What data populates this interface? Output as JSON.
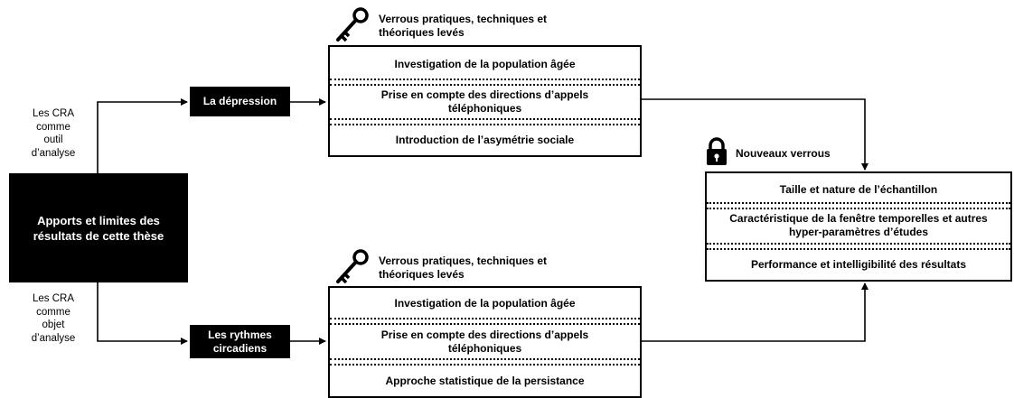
{
  "central": {
    "label": "Apports et limites des résultats de cette thèse"
  },
  "side_top": {
    "label_lines": [
      "Les CRA",
      "comme",
      "outil",
      "d’analyse"
    ]
  },
  "side_bottom": {
    "label_lines": [
      "Les CRA",
      "comme",
      "objet",
      "d’analyse"
    ]
  },
  "depression": {
    "label": "La dépression"
  },
  "rythmes": {
    "label_lines": [
      "Les rythmes",
      "circadiens"
    ]
  },
  "top_panel": {
    "caption_lines": [
      "Verrous pratiques, techniques et",
      "théoriques levés"
    ],
    "icon": "key-icon",
    "rows": [
      "Investigation de la population âgée",
      "Prise en compte des directions d’appels téléphoniques",
      "Introduction de l’asymétrie sociale"
    ]
  },
  "bottom_panel": {
    "caption_lines": [
      "Verrous pratiques, techniques et",
      "théoriques levés"
    ],
    "icon": "key-icon",
    "rows": [
      "Investigation de la population âgée",
      "Prise en compte des directions d’appels téléphoniques",
      "Approche statistique de la persistance"
    ]
  },
  "right_panel": {
    "caption": "Nouveaux verrous",
    "icon": "lock-icon",
    "rows": [
      "Taille et nature de l’échantillon",
      "Caractéristique de la fenêtre temporelles et autres hyper-paramètres d’études",
      "Performance et intelligibilité des résultats"
    ]
  }
}
